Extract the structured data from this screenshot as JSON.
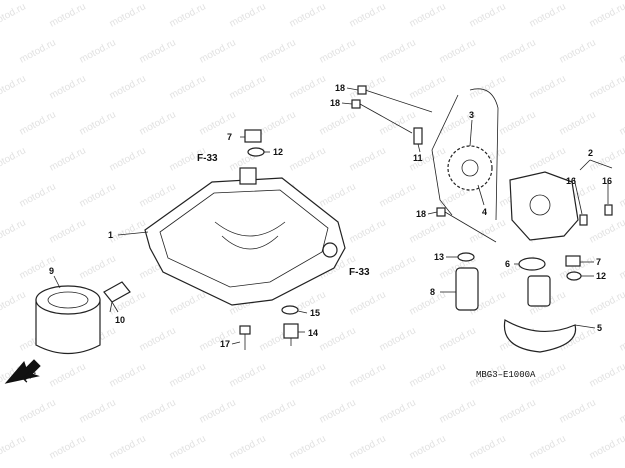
{
  "watermark": "motod.ru",
  "diagram_code": "MBG3–E1000A",
  "direction_label": "FR.",
  "references": [
    "F-33",
    "F-33"
  ],
  "callouts": [
    "1",
    "2",
    "3",
    "4",
    "5",
    "6",
    "7",
    "7",
    "8",
    "9",
    "10",
    "11",
    "12",
    "12",
    "13",
    "14",
    "15",
    "16",
    "16",
    "17",
    "18",
    "18",
    "18"
  ]
}
